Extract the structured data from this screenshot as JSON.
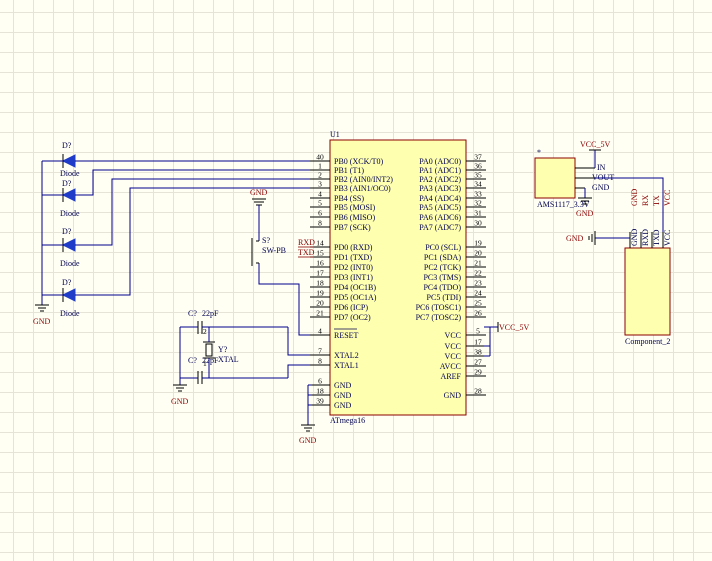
{
  "mcu": {
    "designator": "U1",
    "part": "ATmega16",
    "left_pins": [
      {
        "num": "40",
        "name": "PB0 (XCK/T0)"
      },
      {
        "num": "1",
        "name": "PB1 (T1)"
      },
      {
        "num": "2",
        "name": "PB2 (AIN0/INT2)"
      },
      {
        "num": "3",
        "name": "PB3 (AIN1/OC0)"
      },
      {
        "num": "4",
        "name": "PB4 (SS)"
      },
      {
        "num": "5",
        "name": "PB5 (MOSI)"
      },
      {
        "num": "6",
        "name": "PB6 (MISO)"
      },
      {
        "num": "8",
        "name": "PB7 (SCK)"
      },
      {
        "num": "14",
        "name": "PD0 (RXD)"
      },
      {
        "num": "15",
        "name": "PD1 (TXD)"
      },
      {
        "num": "16",
        "name": "PD2 (INT0)"
      },
      {
        "num": "17",
        "name": "PD3 (INT1)"
      },
      {
        "num": "18",
        "name": "PD4 (OC1B)"
      },
      {
        "num": "19",
        "name": "PD5 (OC1A)"
      },
      {
        "num": "20",
        "name": "PD6 (ICP)"
      },
      {
        "num": "21",
        "name": "PD7 (OC2)"
      },
      {
        "num": "4",
        "name": "RESET"
      },
      {
        "num": "7",
        "name": "XTAL2"
      },
      {
        "num": "8",
        "name": "XTAL1"
      },
      {
        "num": "6",
        "name": "GND"
      },
      {
        "num": "18",
        "name": "GND"
      },
      {
        "num": "39",
        "name": "GND"
      }
    ],
    "right_pins": [
      {
        "num": "37",
        "name": "PA0 (ADC0)"
      },
      {
        "num": "36",
        "name": "PA1 (ADC1)"
      },
      {
        "num": "35",
        "name": "PA2 (ADC2)"
      },
      {
        "num": "34",
        "name": "PA3 (ADC3)"
      },
      {
        "num": "33",
        "name": "PA4 (ADC4)"
      },
      {
        "num": "32",
        "name": "PA5 (ADC5)"
      },
      {
        "num": "31",
        "name": "PA6 (ADC6)"
      },
      {
        "num": "30",
        "name": "PA7 (ADC7)"
      },
      {
        "num": "19",
        "name": "PC0 (SCL)"
      },
      {
        "num": "20",
        "name": "PC1 (SDA)"
      },
      {
        "num": "21",
        "name": "PC2 (TCK)"
      },
      {
        "num": "22",
        "name": "PC3 (TMS)"
      },
      {
        "num": "23",
        "name": "PC4 (TDO)"
      },
      {
        "num": "24",
        "name": "PC5 (TDI)"
      },
      {
        "num": "25",
        "name": "PC6 (TOSC1)"
      },
      {
        "num": "26",
        "name": "PC7 (TOSC2)"
      },
      {
        "num": "5",
        "name": "VCC"
      },
      {
        "num": "17",
        "name": "VCC"
      },
      {
        "num": "38",
        "name": "VCC"
      },
      {
        "num": "27",
        "name": "AVCC"
      },
      {
        "num": "29",
        "name": "AREF"
      },
      {
        "num": "28",
        "name": "GND"
      }
    ]
  },
  "diodes": [
    {
      "designator": "D?",
      "type": "Diode"
    },
    {
      "designator": "D?",
      "type": "Diode"
    },
    {
      "designator": "D?",
      "type": "Diode"
    },
    {
      "designator": "D?",
      "type": "Diode"
    }
  ],
  "gnd_label": "GND",
  "vcc_label": "VCC_5V",
  "switch": {
    "designator": "S?",
    "type": "SW-PB"
  },
  "rxd_label": "RXD",
  "txd_label": "TXD",
  "cap1": {
    "designator": "C?",
    "value": "22pF"
  },
  "cap2": {
    "designator": "C?",
    "value": "22pF"
  },
  "crystal": {
    "designator": "Y?",
    "type": "XTAL",
    "pin1": "1",
    "pin2": "2"
  },
  "regulator": {
    "part": "AMS1117_3.3V",
    "marker": "*",
    "pin_in": "IN",
    "pin_out": "VOUT",
    "pin_gnd": "GND"
  },
  "component2": {
    "name": "Component_2",
    "pins": [
      "GND",
      "RXD",
      "TXD",
      "VCC"
    ],
    "net_labels": [
      "GND",
      "RX",
      "TX",
      "VCC"
    ]
  }
}
